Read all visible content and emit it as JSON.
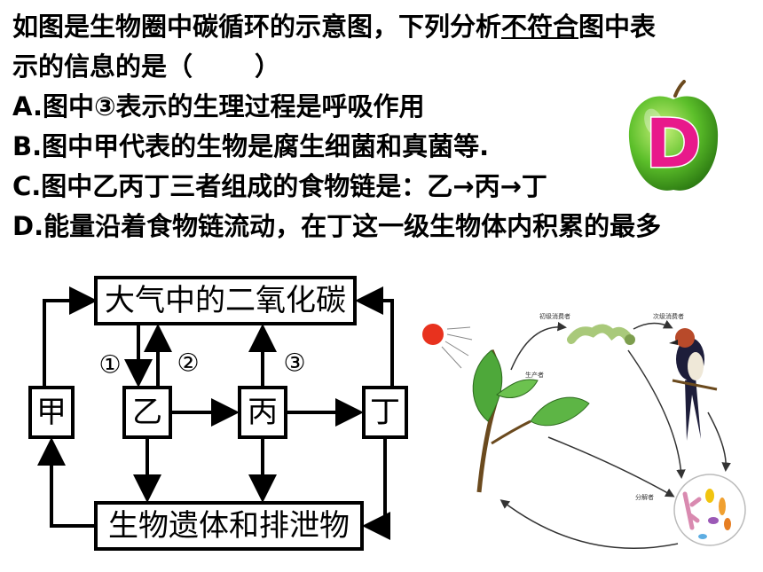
{
  "question": {
    "stem_part1": "如图是生物圈中碳循环的示意图，下列分析",
    "stem_underlined": "不符合",
    "stem_part2": "图中表",
    "stem_line2_a": "示的信息的是（",
    "stem_line2_b": "）",
    "options": [
      "A.图中③表示的生理过程是呼吸作用",
      "B.图中甲代表的生物是腐生细菌和真菌等.",
      "C.图中乙丙丁三者组成的食物链是：乙→丙→丁",
      "D.能量沿着食物链流动，在丁这一级生物体内积累的最多"
    ]
  },
  "answer": {
    "letter": "D",
    "color": "#e8198b",
    "apple_color": "#5cbf2a"
  },
  "carbon_cycle": {
    "atmosphere": "大气中的二氧化碳",
    "remains": "生物遗体和排泄物",
    "nodes": [
      "甲",
      "乙",
      "丙",
      "丁"
    ],
    "process_labels": [
      "①",
      "②",
      "③"
    ]
  },
  "ecosystem": {
    "labels": {
      "primary_consumer": "初级消费者",
      "secondary_consumer": "次级消费者",
      "producer": "生产者",
      "decomposer": "分解者"
    },
    "colors": {
      "sun": "#e8321e",
      "leaf": "#4ea83a",
      "caterpillar": "#a9c97a",
      "bird": "#b84a2a"
    }
  }
}
